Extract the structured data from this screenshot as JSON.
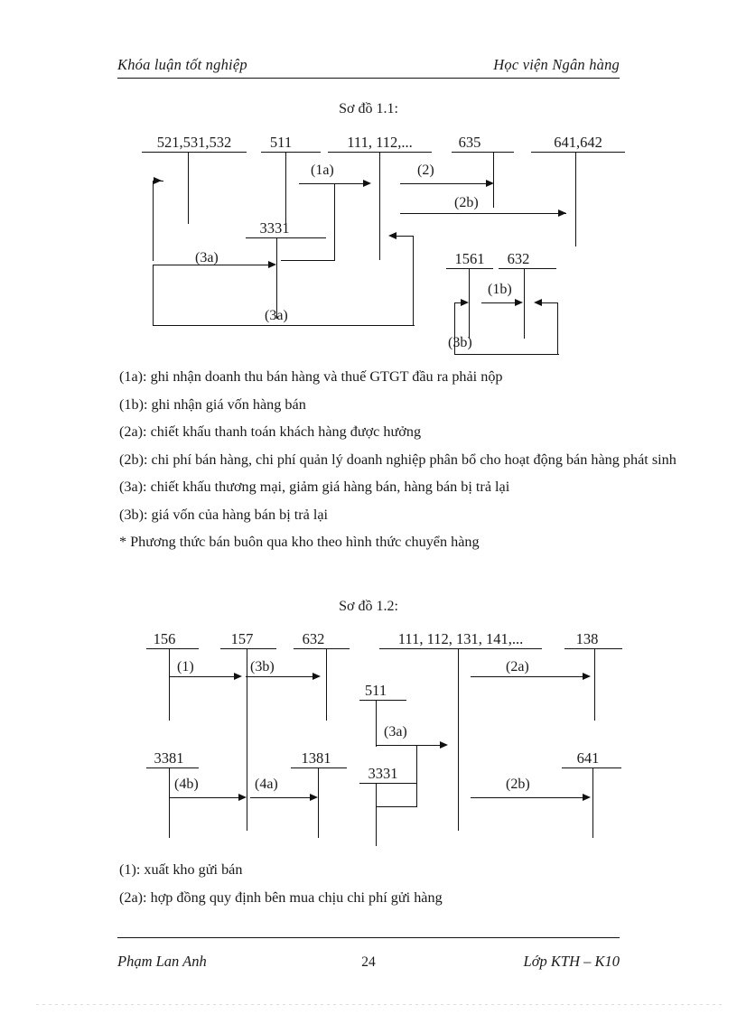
{
  "header": {
    "left": "Khóa luận tốt nghiệp",
    "right": "Học viện Ngân hàng"
  },
  "footer": {
    "left": "Phạm Lan Anh",
    "page_number": "24",
    "right": "Lớp KTH – K10"
  },
  "figure1": {
    "caption": "Sơ đồ 1.1:",
    "accounts": [
      {
        "label": "521,531,532"
      },
      {
        "label": "511"
      },
      {
        "label": "111, 112,..."
      },
      {
        "label": "635"
      },
      {
        "label": "641,642"
      },
      {
        "label": "3331"
      },
      {
        "label": "1561"
      },
      {
        "label": "632"
      }
    ],
    "flows": [
      {
        "label": "(1a)"
      },
      {
        "label": "(2)"
      },
      {
        "label": "(2b)"
      },
      {
        "label": "(3a)"
      },
      {
        "label": "(3a)"
      },
      {
        "label": "(1b)"
      },
      {
        "label": "(3b)"
      }
    ]
  },
  "legend1": [
    "(1a): ghi nhận doanh thu bán hàng và thuế GTGT đầu ra phải nộp",
    "(1b): ghi nhận giá vốn hàng bán",
    "(2a): chiết khấu thanh toán khách hàng được hưởng",
    "(2b): chi phí bán hàng, chi phí quản lý doanh nghiệp phân bổ cho hoạt động bán hàng phát sinh",
    "(3a): chiết khấu thương mại, giảm giá hàng bán, hàng bán bị trả lại",
    "(3b): giá vốn của hàng bán bị trả lại"
  ],
  "section_heading": "* Phương thức bán buôn qua kho theo hình thức chuyển hàng",
  "figure2": {
    "caption": "Sơ đồ 1.2:",
    "accounts": [
      {
        "label": "156"
      },
      {
        "label": "157"
      },
      {
        "label": "632"
      },
      {
        "label": "111, 112, 131, 141,..."
      },
      {
        "label": "138"
      },
      {
        "label": "511"
      },
      {
        "label": "3331"
      },
      {
        "label": "3381"
      },
      {
        "label": "1381"
      },
      {
        "label": "641"
      }
    ],
    "flows": [
      {
        "label": "(1)"
      },
      {
        "label": "(3b)"
      },
      {
        "label": "(2a)"
      },
      {
        "label": "(3a)"
      },
      {
        "label": "(4b)"
      },
      {
        "label": "(4a)"
      },
      {
        "label": "(2b)"
      }
    ]
  },
  "legend2": [
    "(1): xuất kho gửi bán",
    "(2a): hợp đồng quy định bên mua chịu chi phí gửi hàng"
  ]
}
